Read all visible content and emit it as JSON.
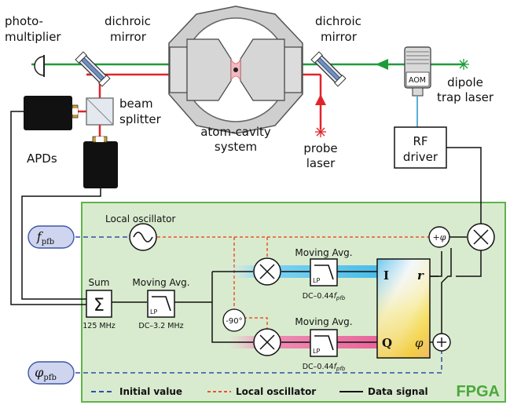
{
  "labels": {
    "photomultiplier_line1": "photo-",
    "photomultiplier_line2": "multiplier",
    "dichroic_left_line1": "dichroic",
    "dichroic_left_line2": "mirror",
    "dichroic_right_line1": "dichroic",
    "dichroic_right_line2": "mirror",
    "beam_splitter_line1": "beam",
    "beam_splitter_line2": "splitter",
    "apds": "APDs",
    "atom_cavity_line1": "atom-cavity",
    "atom_cavity_line2": "system",
    "probe_laser_line1": "probe",
    "probe_laser_line2": "laser",
    "dipole_trap_line1": "dipole",
    "dipole_trap_line2": "trap laser",
    "aom": "AOM",
    "rf_driver_line1": "RF",
    "rf_driver_line2": "driver"
  },
  "fpga": {
    "title": "FPGA",
    "local_oscillator": "Local oscillator",
    "f_pfb": "f",
    "f_pfb_sub": "pfb",
    "phi_pfb": "φ",
    "phi_pfb_sub": "pfb",
    "sum_label": "Sum",
    "sum_symbol": "Σ",
    "sum_rate": "125 MHz",
    "moving_avg_1": "Moving Avg.",
    "lp_1": "LP",
    "lp_1_band": "DC–3.2 MHz",
    "moving_avg_I": "Moving Avg.",
    "lp_I": "LP",
    "lp_I_band_prefix": "DC–0.44",
    "lp_I_band_f": "f",
    "lp_I_band_sub": "pfb",
    "moving_avg_Q": "Moving Avg.",
    "lp_Q": "LP",
    "lp_Q_band_prefix": "DC–0.44",
    "lp_Q_band_f": "f",
    "lp_Q_band_sub": "pfb",
    "phase_shift": "-90°",
    "plus_phi": "+φ",
    "iq_I": "I",
    "iq_Q": "Q",
    "iq_r": "r",
    "iq_phi": "φ"
  },
  "legend": {
    "initial_value": "Initial value",
    "local_oscillator": "Local oscillator",
    "data_signal": "Data signal"
  },
  "colors": {
    "fpga_bg": "#d9ebcf",
    "fpga_border": "#5fb34a",
    "fpga_title": "#4aa83a",
    "green_beam": "#1e9c3a",
    "red_beam": "#e0242a",
    "initial_value_dash": "#2f4fa8",
    "local_osc_dash": "#e8542c",
    "pill_fill": "#cfd5ee",
    "pill_border": "#3d57a8",
    "aom_wire": "#5aaed6",
    "cavity_fill": "#e6e6e6"
  }
}
